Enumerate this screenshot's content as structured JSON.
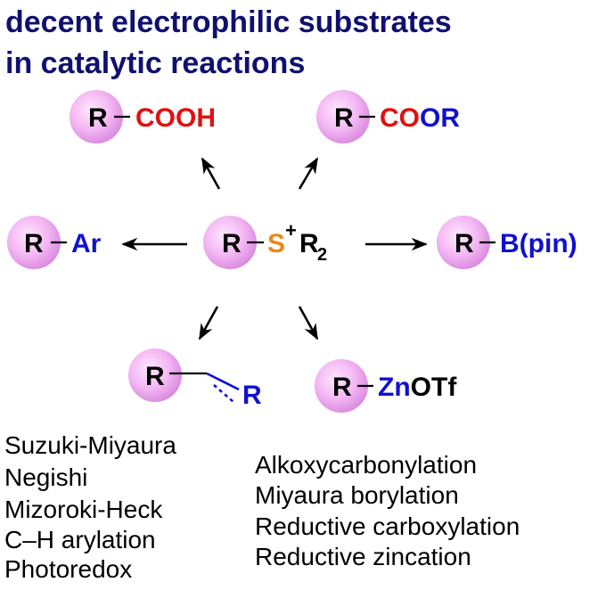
{
  "title": {
    "line1": "decent electrophilic substrates",
    "line2": "in catalytic reactions"
  },
  "colors": {
    "title": "#101070",
    "sphere": "#f3b6f3",
    "sphere_edge": "#d079d6",
    "red": "#e01010",
    "blue": "#1010d0",
    "orange": "#e8891a",
    "black": "#000000"
  },
  "center": {
    "r": "R",
    "s": "S",
    "plus": "+",
    "r2": "R",
    "sub2": "2"
  },
  "products": {
    "cooh": {
      "r": "R",
      "co": "COOH"
    },
    "coor": {
      "r": "R",
      "co": "CO",
      "or": "OR"
    },
    "ar": {
      "r": "R",
      "group": "Ar"
    },
    "bpin": {
      "r": "R",
      "group": "B(pin)"
    },
    "alkene": {
      "r": "R",
      "r2": "R"
    },
    "zinc": {
      "r": "R",
      "zn": "Zn",
      "otf": "OTf"
    }
  },
  "reactions_left": [
    "Suzuki-Miyaura",
    "Negishi",
    "Mizoroki-Heck",
    "C–H arylation",
    "Photoredox"
  ],
  "reactions_right": [
    "Alkoxycarbonylation",
    "Miyaura borylation",
    "Reductive carboxylation",
    "Reductive zincation"
  ]
}
